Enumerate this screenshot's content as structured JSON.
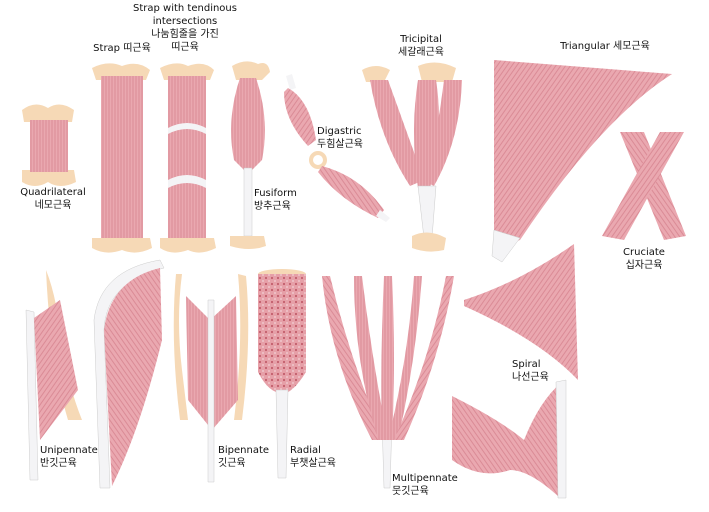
{
  "muscles": {
    "quadrilateral": {
      "en": "Quadrilateral",
      "ko": "네모근육"
    },
    "strap": {
      "en": "Strap",
      "ko": "띠근육"
    },
    "strap_tendinous": {
      "en_line1": "Strap with tendinous",
      "en_line2": "intersections",
      "ko_line1": "나눔힘줄을 가진",
      "ko_line2": "띠근육"
    },
    "fusiform": {
      "en": "Fusiform",
      "ko": "방추근육"
    },
    "digastric": {
      "en": "Digastric",
      "ko": "두힘살근육"
    },
    "tricipital": {
      "en": "Tricipital",
      "ko": "세갈래근육"
    },
    "triangular": {
      "en": "Triangular",
      "ko": "세모근육"
    },
    "cruciate": {
      "en": "Cruciate",
      "ko": "십자근육"
    },
    "unipennate": {
      "en": "Unipennate",
      "ko": "반깃근육"
    },
    "bipennate": {
      "en": "Bipennate",
      "ko": "깃근육"
    },
    "radial": {
      "en": "Radial",
      "ko": "부챗살근육"
    },
    "multipennate": {
      "en": "Multipennate",
      "ko": "뭇깃근육"
    },
    "spiral": {
      "en": "Spiral",
      "ko": "나선근육"
    }
  },
  "colors": {
    "muscle": "#e8a0a8",
    "muscle_dark": "#c9707c",
    "tendon": "#f4f4f6",
    "bone": "#f6d9b6"
  }
}
